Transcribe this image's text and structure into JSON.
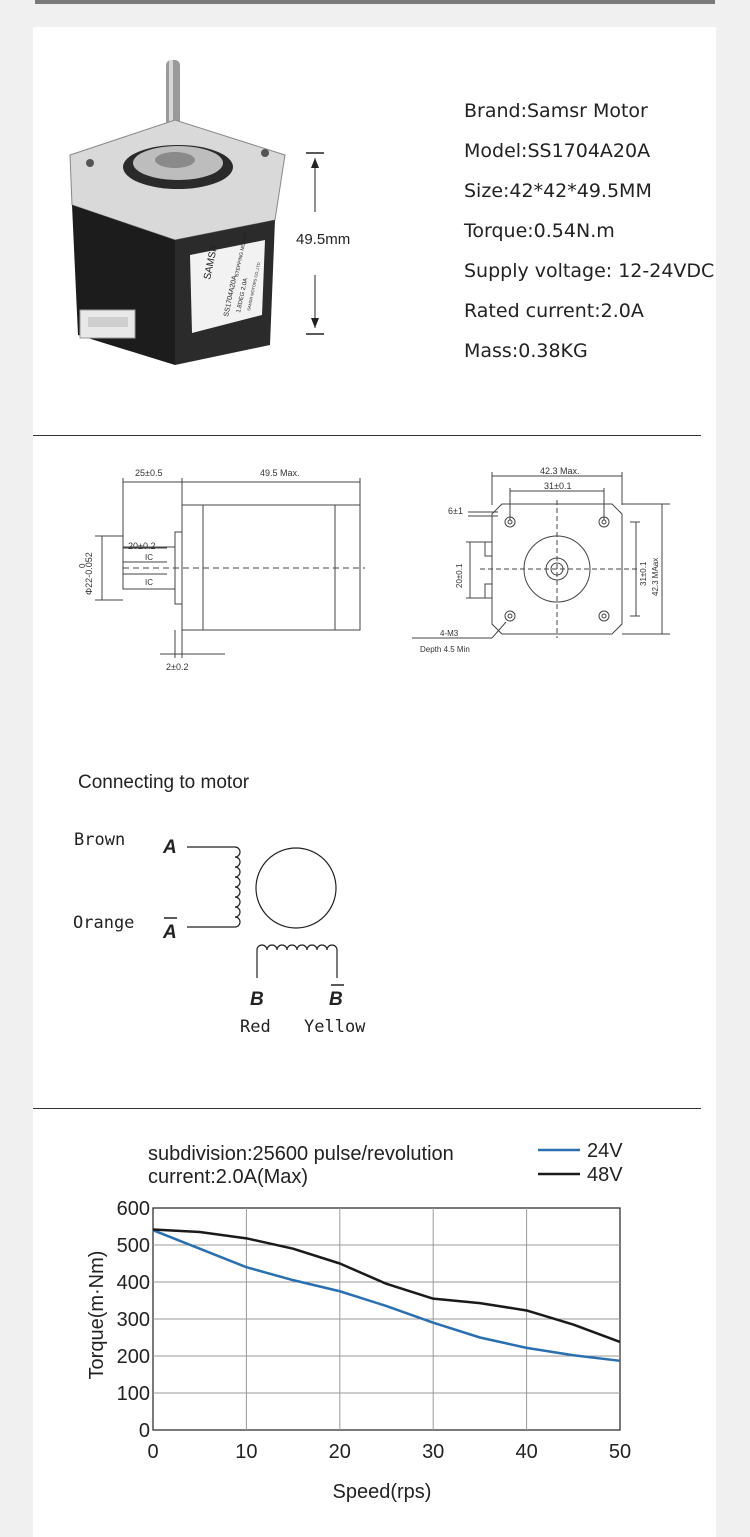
{
  "product": {
    "height_label": "49.5mm",
    "label_brand": "SAMSR",
    "label_type": "SS1704A20A",
    "label_line2": "1.8DEG 2.0A",
    "label_maker": "SAMSR MOTORS CO.,LTD",
    "label_kind": "STEPPING MOTOR"
  },
  "specs": [
    "Brand:Samsr Motor",
    "Model:SS1704A20A",
    "Size:42*42*49.5MM",
    "Torque:0.54N.m",
    "Supply voltage: 12-24VDC",
    "Rated current:2.0A",
    "Mass:0.38KG"
  ],
  "drawing": {
    "dim_shaft_len": "25±0.5",
    "dim_body_len": "49.5 Max.",
    "dim_flat": "20±0.2",
    "dim_ic_top": "IC",
    "dim_ic_bottom": "IC",
    "dim_shaft_dia": "Φ22-0.052",
    "dim_shaft_dia_top": "0",
    "dim_boss": "2±0.2",
    "dim_width_max": "42.3 Max.",
    "dim_hole_spacing": "31±0.1",
    "dim_flange": "6±1",
    "dim_vert_20": "20±0.1",
    "dim_vert_31": "31±0.1",
    "dim_vert_max": "42.3 MAax",
    "screw": "4-M3",
    "depth": "Depth 4.5 Min"
  },
  "wiring": {
    "heading": "Connecting to motor",
    "brown": "Brown",
    "orange": "Orange",
    "red": "Red",
    "yellow": "Yellow",
    "a": "A",
    "a_bar": "A",
    "b": "B",
    "b_bar": "B"
  },
  "chart_data": {
    "type": "line",
    "title_line1": "subdivision:25600 pulse/revolution",
    "title_line2": "current:2.0A(Max)",
    "xlabel": "Speed(rps)",
    "ylabel": "Torque(m·Nm)",
    "xlim": [
      0,
      50
    ],
    "ylim": [
      0,
      600
    ],
    "xticks": [
      0,
      10,
      20,
      30,
      40,
      50
    ],
    "yticks": [
      0,
      100,
      200,
      300,
      400,
      500,
      600
    ],
    "grid": true,
    "legend_position": "top-right",
    "series": [
      {
        "name": "24V",
        "color": "#2a6fb0",
        "x": [
          0,
          5,
          10,
          15,
          20,
          25,
          30,
          35,
          40,
          45,
          50
        ],
        "y": [
          540,
          490,
          440,
          405,
          375,
          335,
          290,
          250,
          222,
          202,
          187
        ]
      },
      {
        "name": "48V",
        "color": "#1a1a1a",
        "x": [
          0,
          5,
          10,
          15,
          20,
          25,
          30,
          35,
          40,
          45,
          50
        ],
        "y": [
          542,
          535,
          518,
          490,
          450,
          395,
          355,
          343,
          323,
          285,
          238
        ]
      }
    ]
  }
}
